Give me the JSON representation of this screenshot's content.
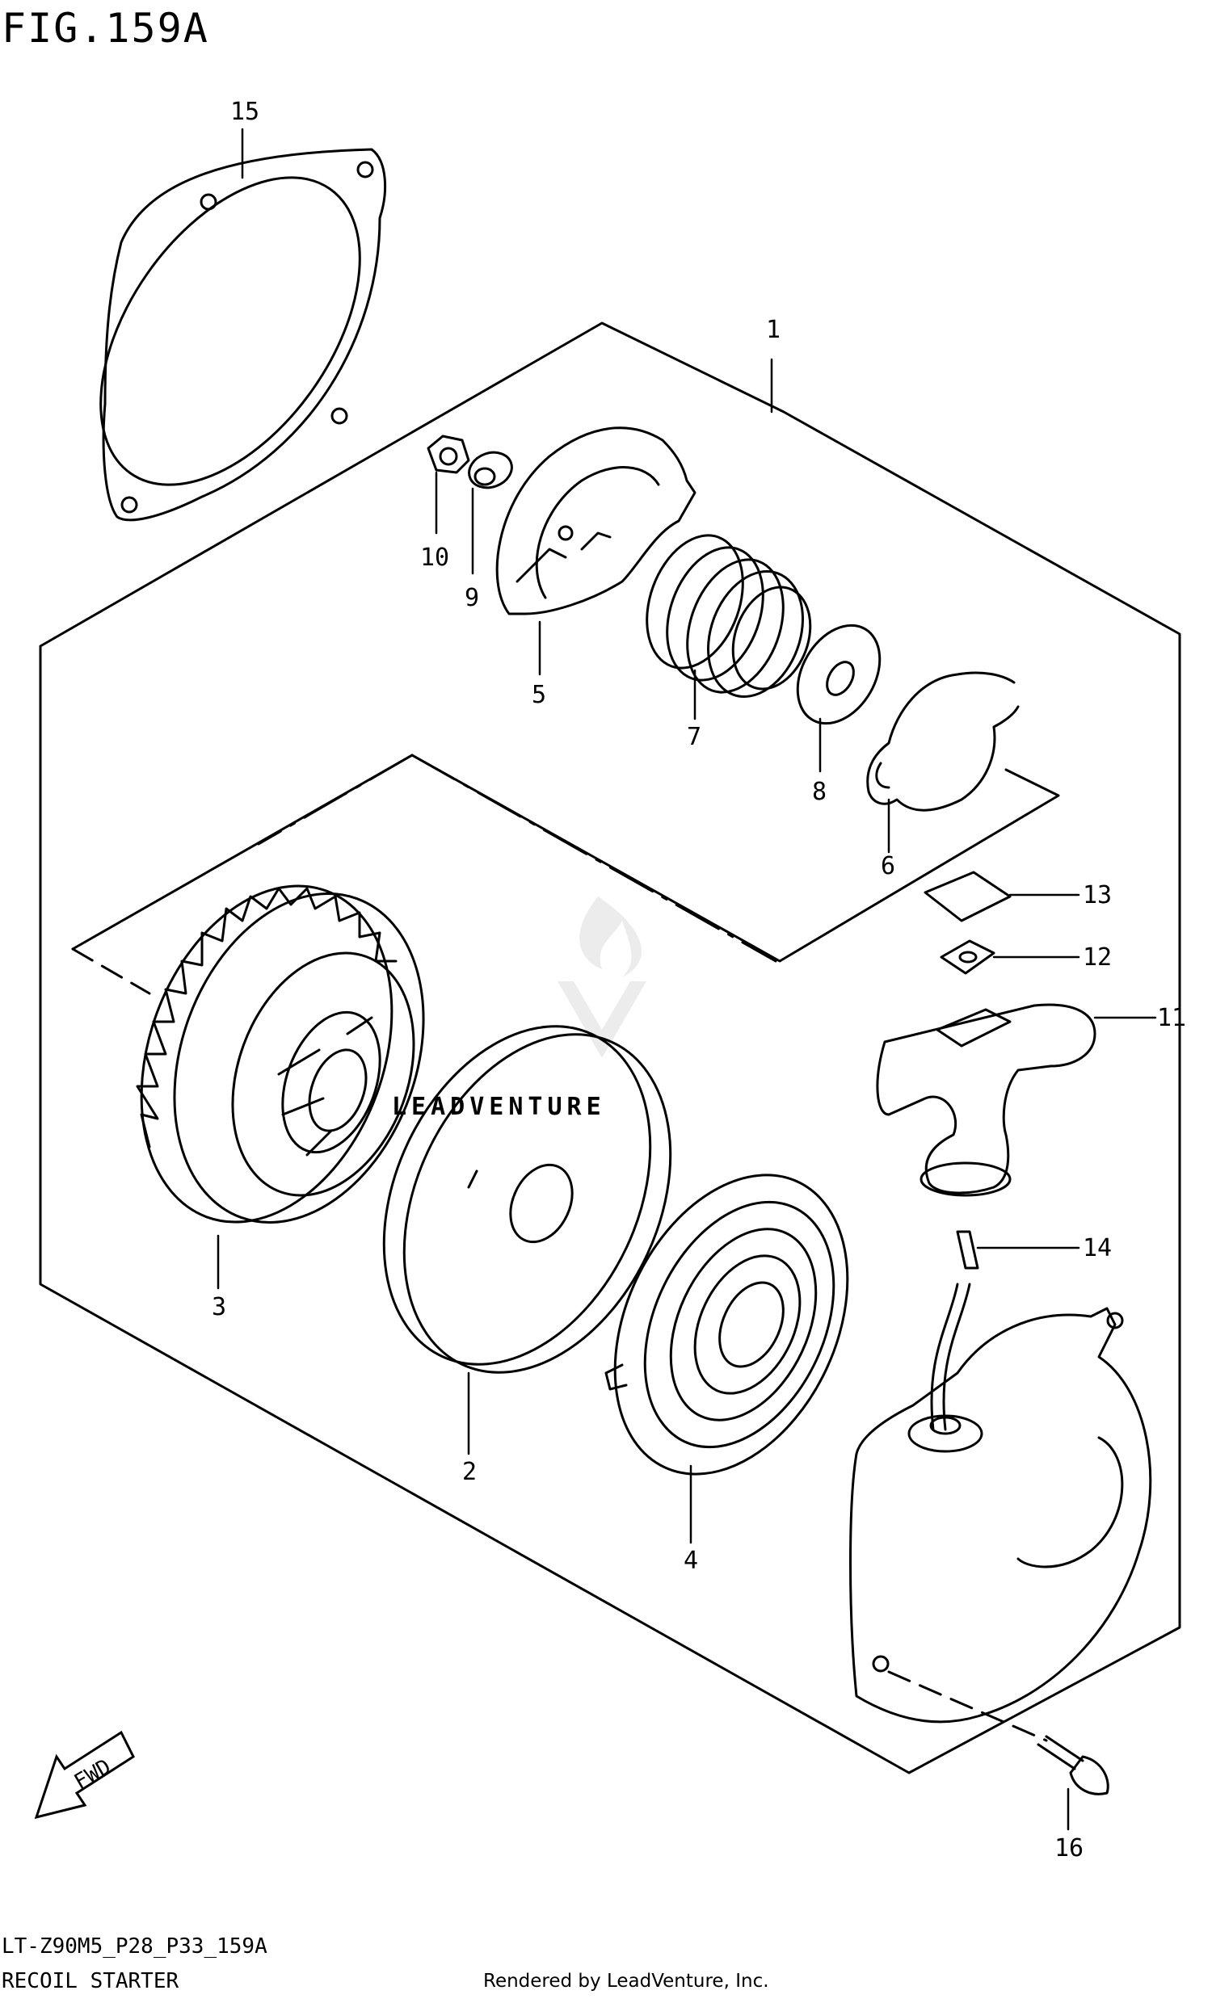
{
  "figure": {
    "title": "FIG.159A"
  },
  "callouts": [
    "1",
    "2",
    "3",
    "4",
    "5",
    "6",
    "7",
    "8",
    "9",
    "10",
    "11",
    "12",
    "13",
    "14",
    "15",
    "16"
  ],
  "fwd_label": "FWD",
  "watermark": "LEADVENTURE",
  "footer": {
    "model_code": "LT-Z90M5_P28_P33_159A",
    "section": "RECOIL STARTER",
    "rendered_by": "Rendered by LeadVenture, Inc."
  }
}
